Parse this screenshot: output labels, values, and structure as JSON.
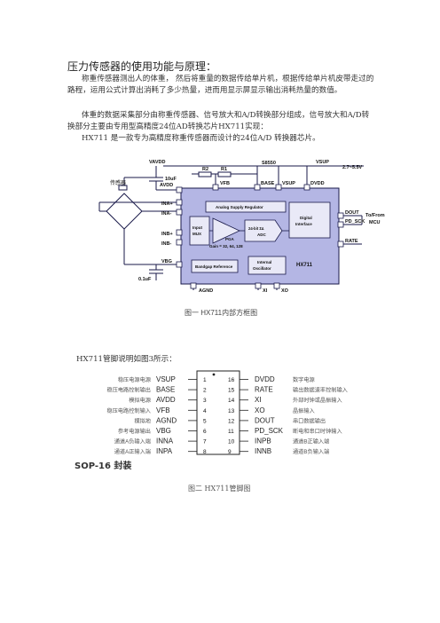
{
  "document": {
    "title": "压力传感器的使用功能与原理：",
    "para1": "称重传感器测出人的体重， 然后将重量的数据传给单片机，根据传给单片机皮带走过的路程，运用公式计算出消耗了多少热量，进而用显示屏显示输出消耗热量的数值。",
    "para2": "体重的数据采集部分由称重传感器、信号放大和A/D转换部分组成，信号放大和A/D转换部分主要由专用型高精度24位AD转换芯片HX711实现：",
    "para3": "HX711 是一款专为高精度称重传感器而设计的24位A/D 转换器芯片。",
    "fig1_caption": "图一   HX711内部方框图",
    "pin_note": "HX711管脚说明如图3所示：",
    "package_label": "SOP-16 封装",
    "fig2_caption": "图二 HX711管脚图"
  },
  "block_diagram": {
    "vavdd": "VAVDD",
    "vsup": "VSUP",
    "voltage_range": "2.7~5.5V",
    "s8550": "S8550",
    "r2": "R2",
    "r1": "R1",
    "cap_10uf": "10uF",
    "cap_01uf": "0.1uF",
    "sensor": "传感器",
    "pins_left": [
      "AVDD",
      "INA+",
      "INA-",
      "INB+",
      "INB-",
      "VBG"
    ],
    "pins_top": [
      "VFB",
      "BASE",
      "VSUP",
      "DVDD"
    ],
    "pins_right": [
      "DOUT",
      "PD_SCK",
      "RATE"
    ],
    "pins_bottom": [
      "AGND",
      "XI",
      "XO"
    ],
    "regulator": "Analog Supply Regulator",
    "mux_l1": "Input",
    "mux_l2": "MUX",
    "pga_l1": "PGA",
    "pga_l2": "Gain = 32, 64, 128",
    "adc_l1": "24-bit Σ∆",
    "adc_l2": "ADC",
    "digital_l1": "Digital",
    "digital_l2": "Interface",
    "bandgap": "Bandgap Reference",
    "osc_l1": "Internal",
    "osc_l2": "Oscillator",
    "chip": "HX711",
    "to_from_l1": "To/From",
    "to_from_l2": "MCU"
  },
  "pinout": {
    "left": [
      {
        "desc": "稳压电源电源",
        "name": "VSUP",
        "num": "1"
      },
      {
        "desc": "稳压电路控制输出",
        "name": "BASE",
        "num": "2"
      },
      {
        "desc": "模拟电源",
        "name": "AVDD",
        "num": "3"
      },
      {
        "desc": "稳压电路控制输入",
        "name": "VFB",
        "num": "4"
      },
      {
        "desc": "模拟地",
        "name": "AGND",
        "num": "5"
      },
      {
        "desc": "参考电源输出",
        "name": "VBG",
        "num": "6"
      },
      {
        "desc": "通道A负输入端",
        "name": "INNA",
        "num": "7"
      },
      {
        "desc": "通道A正输入端",
        "name": "INPA",
        "num": "8"
      }
    ],
    "right": [
      {
        "num": "16",
        "name": "DVDD",
        "desc": "数字电源"
      },
      {
        "num": "15",
        "name": "RATE",
        "desc": "输出数据速率控制输入"
      },
      {
        "num": "14",
        "name": "XI",
        "desc": "外部时钟或晶振输入"
      },
      {
        "num": "13",
        "name": "XO",
        "desc": "晶振输入"
      },
      {
        "num": "12",
        "name": "DOUT",
        "desc": "串口数据输出"
      },
      {
        "num": "11",
        "name": "PD_SCK",
        "desc": "断电和串口时钟输入"
      },
      {
        "num": "10",
        "name": "INPB",
        "desc": "通道B正输入端"
      },
      {
        "num": "9",
        "name": "INNB",
        "desc": "通道B负输入端"
      }
    ]
  },
  "colors": {
    "chip_fill": "#b4b6e4",
    "block_fill": "#e9e9f7",
    "line": "#1a1a4a",
    "pin_title": "#4a4acc"
  }
}
